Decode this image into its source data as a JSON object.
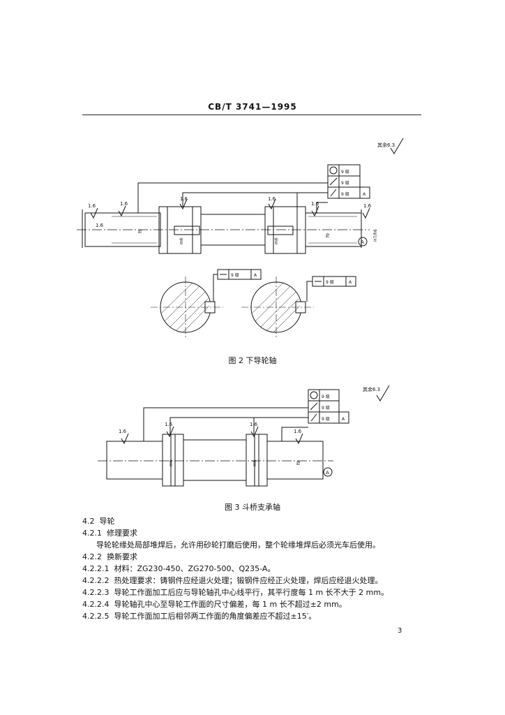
{
  "header": {
    "code": "CB/T 3741—1995"
  },
  "figure2": {
    "caption": "图 2  下导轮轴",
    "rest_mark": "其余6.3",
    "roughness": [
      "1.6",
      "1.6",
      "1.6",
      "1.6",
      "1.6",
      "1.6",
      "1.6"
    ],
    "tol_rows": [
      "9 级",
      "9 级",
      "9 级"
    ],
    "datum": "A",
    "dims": {
      "f9": "f9",
      "m6a": "m6",
      "m6b": "m6",
      "f9b": "f9",
      "h7": "H7/h6"
    },
    "key_tol": {
      "grade": "9 级",
      "datum": "A"
    }
  },
  "figure3": {
    "caption": "图 3  斗桥支承轴",
    "rest_mark": "其余6.3",
    "roughness": [
      "1.6",
      "1.6",
      "1.6",
      "1.6"
    ],
    "tol_rows": [
      "9 级",
      "9 级",
      "9 级"
    ],
    "datum": "A",
    "dims": {
      "m6a": "m6",
      "m6b": "m6",
      "f9": "f9"
    }
  },
  "sections": [
    {
      "num": "4.2",
      "title": "导轮"
    },
    {
      "num": "4.2.1",
      "title": "修理要求"
    },
    {
      "para": "导轮轮缘处局部堆焊后，允许用砂轮打磨后使用，整个轮缘堆焊后必须光车后使用。"
    },
    {
      "num": "4.2.2",
      "title": "换新要求"
    },
    {
      "num": "4.2.2.1",
      "title": "材料：ZG230-450、ZG270-500、Q235-A。"
    },
    {
      "num": "4.2.2.2",
      "title": "热处理要求：铸钢件应经退火处理；锻钢件应经正火处理，焊后应经退火处理。"
    },
    {
      "num": "4.2.2.3",
      "title": "导轮工作面加工后应与导轮轴孔中心线平行，其平行度每 1 m 长不大于 2 mm。"
    },
    {
      "num": "4.2.2.4",
      "title": "导轮轴孔中心至导轮工作面的尺寸偏差，每 1 m 长不超过±2 mm。"
    },
    {
      "num": "4.2.2.5",
      "title": "导轮工作面加工后相邻两工作面的角度偏差应不超过±15′。"
    }
  ],
  "page_number": "3"
}
